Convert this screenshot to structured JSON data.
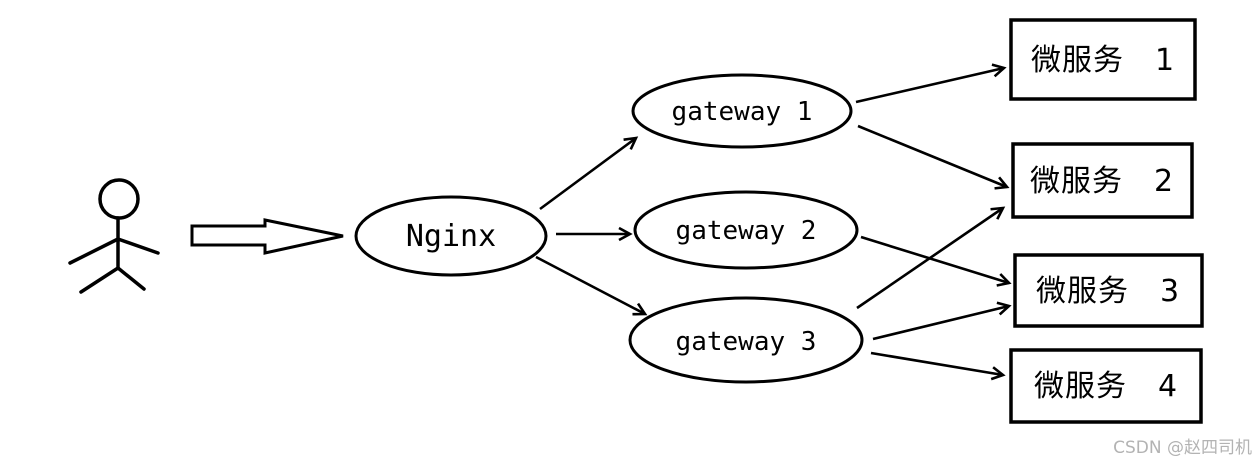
{
  "canvas": {
    "background": "#ffffff",
    "stroke_color": "#000000",
    "watermark_color": "#b3b3b3"
  },
  "icons": {
    "actor": "stick-figure-icon",
    "request_flow": "block-arrow-icon"
  },
  "nodes": {
    "nginx": {
      "id": "nginx",
      "label": "Nginx",
      "shape": "ellipse"
    },
    "gateways": [
      {
        "id": "gateway-1",
        "label": "gateway 1",
        "shape": "ellipse"
      },
      {
        "id": "gateway-2",
        "label": "gateway 2",
        "shape": "ellipse"
      },
      {
        "id": "gateway-3",
        "label": "gateway 3",
        "shape": "ellipse"
      }
    ],
    "services": [
      {
        "id": "service-1",
        "label": "微服务　1",
        "shape": "rectangle"
      },
      {
        "id": "service-2",
        "label": "微服务　2",
        "shape": "rectangle"
      },
      {
        "id": "service-3",
        "label": "微服务　3",
        "shape": "rectangle"
      },
      {
        "id": "service-4",
        "label": "微服务　4",
        "shape": "rectangle"
      }
    ]
  },
  "edges": [
    {
      "from": "user",
      "to": "nginx",
      "style": "block-arrow"
    },
    {
      "from": "nginx",
      "to": "gateway-1",
      "style": "arrow"
    },
    {
      "from": "nginx",
      "to": "gateway-2",
      "style": "arrow"
    },
    {
      "from": "nginx",
      "to": "gateway-3",
      "style": "arrow"
    },
    {
      "from": "gateway-1",
      "to": "service-1",
      "style": "arrow"
    },
    {
      "from": "gateway-1",
      "to": "service-2",
      "style": "arrow"
    },
    {
      "from": "gateway-2",
      "to": "service-3",
      "style": "arrow"
    },
    {
      "from": "gateway-3",
      "to": "service-2",
      "style": "arrow"
    },
    {
      "from": "gateway-3",
      "to": "service-3",
      "style": "arrow"
    },
    {
      "from": "gateway-3",
      "to": "service-4",
      "style": "arrow"
    }
  ],
  "watermark": {
    "text": "CSDN @赵四司机"
  }
}
